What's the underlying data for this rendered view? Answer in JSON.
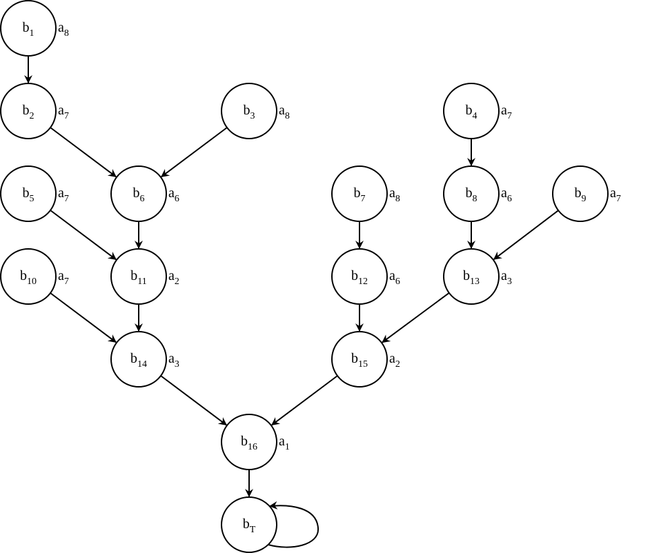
{
  "nodes": [
    {
      "id": "b1",
      "base": "b",
      "sub": "1",
      "tag_base": "a",
      "tag_sub": "8"
    },
    {
      "id": "b2",
      "base": "b",
      "sub": "2",
      "tag_base": "a",
      "tag_sub": "7"
    },
    {
      "id": "b3",
      "base": "b",
      "sub": "3",
      "tag_base": "a",
      "tag_sub": "8"
    },
    {
      "id": "b4",
      "base": "b",
      "sub": "4",
      "tag_base": "a",
      "tag_sub": "7"
    },
    {
      "id": "b5",
      "base": "b",
      "sub": "5",
      "tag_base": "a",
      "tag_sub": "7"
    },
    {
      "id": "b6",
      "base": "b",
      "sub": "6",
      "tag_base": "a",
      "tag_sub": "6"
    },
    {
      "id": "b7",
      "base": "b",
      "sub": "7",
      "tag_base": "a",
      "tag_sub": "8"
    },
    {
      "id": "b8",
      "base": "b",
      "sub": "8",
      "tag_base": "a",
      "tag_sub": "6"
    },
    {
      "id": "b9",
      "base": "b",
      "sub": "9",
      "tag_base": "a",
      "tag_sub": "7"
    },
    {
      "id": "b10",
      "base": "b",
      "sub": "10",
      "tag_base": "a",
      "tag_sub": "7"
    },
    {
      "id": "b11",
      "base": "b",
      "sub": "11",
      "tag_base": "a",
      "tag_sub": "2"
    },
    {
      "id": "b12",
      "base": "b",
      "sub": "12",
      "tag_base": "a",
      "tag_sub": "6"
    },
    {
      "id": "b13",
      "base": "b",
      "sub": "13",
      "tag_base": "a",
      "tag_sub": "3"
    },
    {
      "id": "b14",
      "base": "b",
      "sub": "14",
      "tag_base": "a",
      "tag_sub": "3"
    },
    {
      "id": "b15",
      "base": "b",
      "sub": "15",
      "tag_base": "a",
      "tag_sub": "2"
    },
    {
      "id": "b16",
      "base": "b",
      "sub": "16",
      "tag_base": "a",
      "tag_sub": "1"
    },
    {
      "id": "bT",
      "base": "b",
      "sub": "T",
      "tag_base": "",
      "tag_sub": ""
    }
  ],
  "edges": [
    {
      "from": "b1",
      "to": "b2"
    },
    {
      "from": "b2",
      "to": "b6"
    },
    {
      "from": "b3",
      "to": "b6"
    },
    {
      "from": "b4",
      "to": "b8"
    },
    {
      "from": "b5",
      "to": "b11"
    },
    {
      "from": "b6",
      "to": "b11"
    },
    {
      "from": "b7",
      "to": "b12"
    },
    {
      "from": "b8",
      "to": "b13"
    },
    {
      "from": "b9",
      "to": "b13"
    },
    {
      "from": "b10",
      "to": "b14"
    },
    {
      "from": "b11",
      "to": "b14"
    },
    {
      "from": "b12",
      "to": "b15"
    },
    {
      "from": "b13",
      "to": "b15"
    },
    {
      "from": "b14",
      "to": "b16"
    },
    {
      "from": "b15",
      "to": "b16"
    },
    {
      "from": "b16",
      "to": "bT"
    },
    {
      "from": "bT",
      "to": "bT"
    }
  ]
}
